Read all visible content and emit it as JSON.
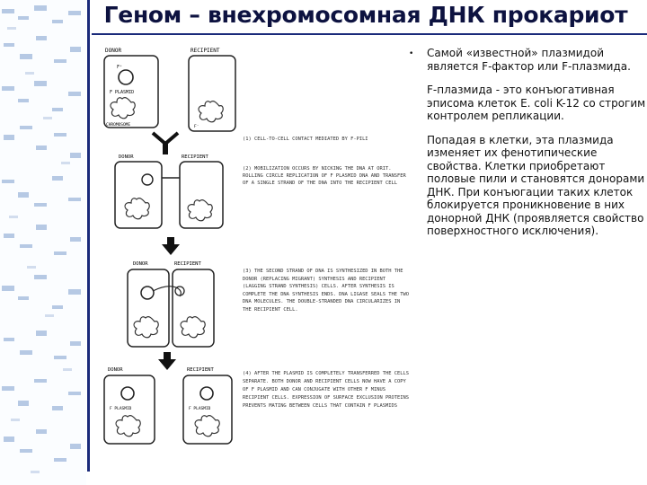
{
  "slide": {
    "title": "Геном – внехромосомная ДНК прокариот"
  },
  "figure": {
    "labels": {
      "donor": "DONOR",
      "recipient": "RECIPIENT",
      "f_plasmid": "F PLASMID",
      "f_plus": "F⁺",
      "f_minus": "F⁻",
      "chromosome": "CHROMOSOME"
    },
    "captions": [
      "(1) CELL-TO-CELL CONTACT MEDIATED BY F-PILI",
      "(2) MOBILIZATION OCCURS BY NICKING THE DNA AT ORIT. ROLLING CIRCLE REPLICATION OF F PLASMID DNA AND TRANSFER OF A SINGLE STRAND OF THE DNA INTO THE RECIPIENT CELL",
      "(3) THE SECOND STRAND OF DNA IS SYNTHESIZED IN BOTH THE DONOR (REPLACING MIGRANT) SYNTHESIS AND RECIPIENT (LAGGING STRAND SYNTHESIS) CELLS. AFTER SYNTHESIS IS COMPLETE THE DNA SYNTHESIS ENDS. DNA LIGASE SEALS THE TWO DNA MOLECULES. THE DOUBLE-STRANDED DNA CIRCULARIZES IN THE RECIPIENT CELL.",
      "(4) AFTER THE PLASMID IS COMPLETELY TRANSFERRED THE CELLS SEPARATE. BOTH DONOR AND RECIPIENT CELLS NOW HAVE A COPY OF F PLASMID AND CAN CONJUGATE WITH OTHER F MINUS RECIPIENT CELLS. EXPRESSION OF SURFACE EXCLUSION PROTEINS PREVENTS MATING BETWEEN CELLS THAT CONTAIN F PLASMIDS"
    ]
  },
  "content": {
    "bullet": "•",
    "paragraphs": [
      "Самой «известной» плазмидой является F-фактор или F-плазмида.",
      "F-плазмида - это конъюгативная эписома клеток E. coli K-12 со строгим контролем репликации.",
      "Попадая в клетки, эта плазмида изменяет их фенотипические свойства. Клетки приобретают половые пили и становятся донорами ДНК. При конъюгации таких клеток блокируется проникновение в них донорной ДНК (проявляется свойство поверхностного исключения)."
    ]
  },
  "colors": {
    "accent": "#1a2a7a",
    "title": "#0d1240",
    "stripe": "#6f8fbf"
  }
}
